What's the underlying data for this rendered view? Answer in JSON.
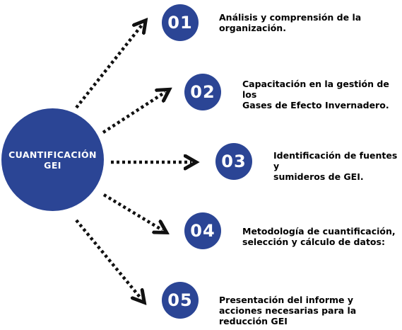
{
  "hub": {
    "label": "CUANTIFICACIÓN\nGEI"
  },
  "steps": [
    {
      "number": "01",
      "text": "Análisis y comprensión de la\norganización."
    },
    {
      "number": "02",
      "text": "Capacitación en la gestión de los\nGases de Efecto Invernadero."
    },
    {
      "number": "03",
      "text": "Identificación de fuentes y\nsumideros de GEI."
    },
    {
      "number": "04",
      "text": "Metodología de cuantificación,\nselección y cálculo de datos:"
    },
    {
      "number": "05",
      "text": "Presentación del informe y\nacciones necesarias para la\nreducción GEI"
    }
  ],
  "colors": {
    "primary": "#2b4595",
    "arrow": "#111111",
    "text": "#000000"
  }
}
